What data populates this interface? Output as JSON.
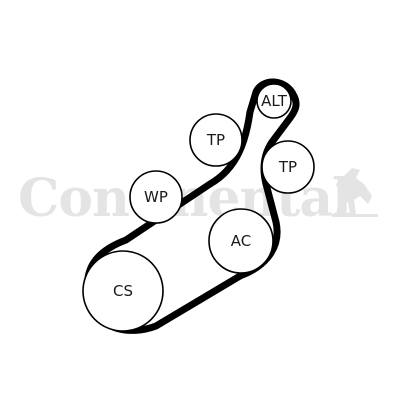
{
  "watermark": {
    "brand_text": "Continental",
    "logo_icon": "rearing-horse-icon"
  },
  "belt_color": "#000000",
  "pulleys": {
    "alt": {
      "label": "ALT"
    },
    "tp_top": {
      "label": "TP"
    },
    "tp_right": {
      "label": "TP"
    },
    "wp": {
      "label": "WP"
    },
    "ac": {
      "label": "AC"
    },
    "cs": {
      "label": "CS"
    }
  }
}
